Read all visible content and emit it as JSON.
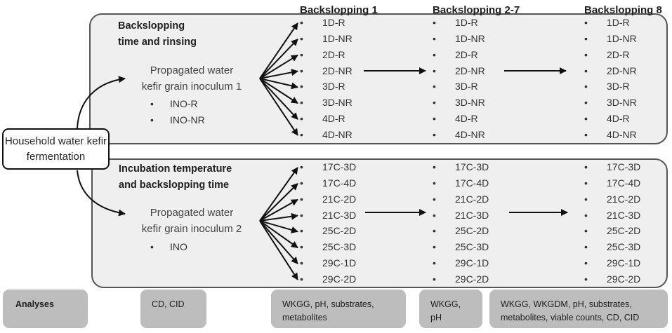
{
  "column_headers": [
    "Backslopping 1",
    "Backslopping 2-7",
    "Backslopping 8"
  ],
  "source": "Household water kefir fermentation",
  "sections": [
    {
      "title_lines": [
        "Backslopping",
        "time and rinsing"
      ],
      "inoculum_lines": [
        "Propagated water",
        "kefir grain inoculum 1"
      ],
      "inoculum_items": [
        "INO-R",
        "INO-NR"
      ],
      "treatments": [
        "1D-R",
        "1D-NR",
        "2D-R",
        "2D-NR",
        "3D-R",
        "3D-NR",
        "4D-R",
        "4D-NR"
      ]
    },
    {
      "title_lines": [
        "Incubation temperature",
        "and backslopping time"
      ],
      "inoculum_lines": [
        "Propagated water",
        "kefir grain inoculum 2"
      ],
      "inoculum_items": [
        "INO"
      ],
      "treatments": [
        "17C-3D",
        "17C-4D",
        "21C-2D",
        "21C-3D",
        "25C-2D",
        "25C-3D",
        "29C-1D",
        "29C-2D"
      ]
    }
  ],
  "analyses": {
    "label": "Analyses",
    "inoculum": [
      "CD, CID"
    ],
    "backslopping_1": [
      "WKGG, pH, substrates,",
      "metabolites"
    ],
    "backslopping_2_7": [
      "WKGG,",
      "pH"
    ],
    "backslopping_8": [
      "WKGG, WKGDM, pH, substrates,",
      "metabolites, viable counts, CD, CID"
    ]
  }
}
